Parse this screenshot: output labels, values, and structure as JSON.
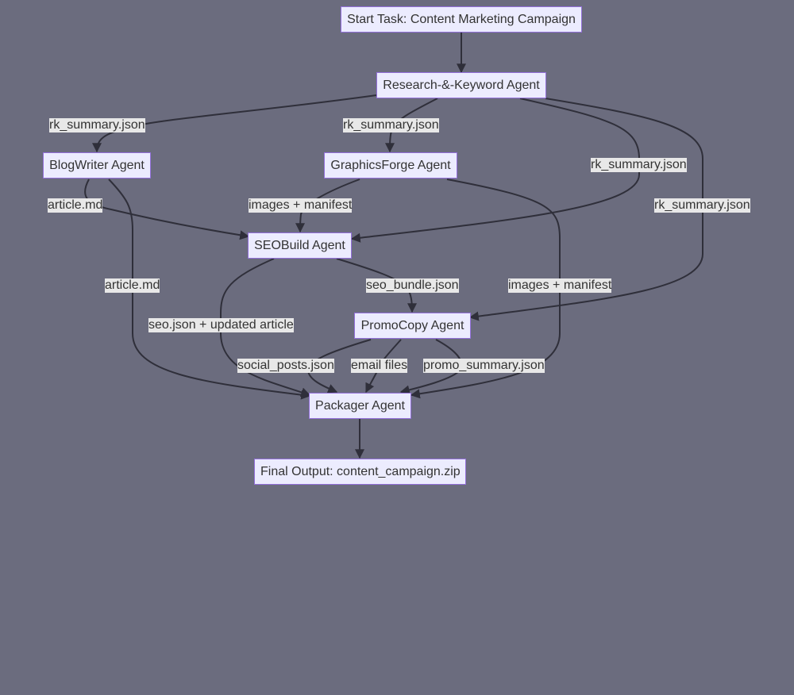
{
  "nodes": {
    "start": "Start Task: Content Marketing Campaign",
    "research": "Research-&-Keyword Agent",
    "blogwriter": "BlogWriter Agent",
    "graphics": "GraphicsForge Agent",
    "seo": "SEOBuild Agent",
    "promo": "PromoCopy Agent",
    "packager": "Packager Agent",
    "final": "Final Output: content_campaign.zip"
  },
  "edge_labels": {
    "rk_blog": "rk_summary.json",
    "rk_graphics": "rk_summary.json",
    "rk_seo": "rk_summary.json",
    "rk_promo": "rk_summary.json",
    "article_seo": "article.md",
    "article_packager": "article.md",
    "images_seo": "images + manifest",
    "images_packager": "images + manifest",
    "seo_bundle": "seo_bundle.json",
    "seo_packager": "seo.json + updated article",
    "social_posts": "social_posts.json",
    "email_files": "email files",
    "promo_summary": "promo_summary.json"
  }
}
